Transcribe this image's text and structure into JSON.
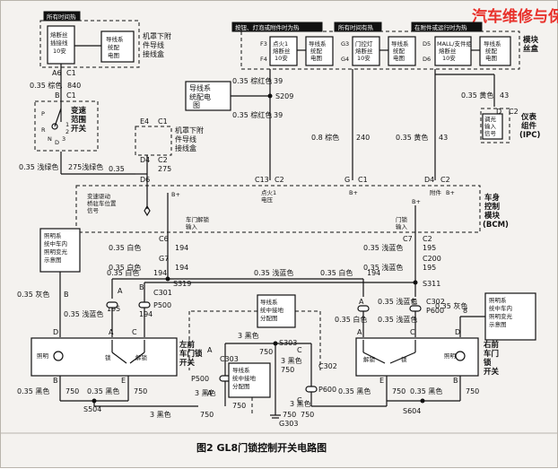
{
  "watermark": "汽车维修与保养",
  "caption": "图2   GL8门锁控制开关电路图",
  "headers": {
    "hot_left": "所有时间热",
    "hot_mid_left": "按钮、灯泡或附件时为热",
    "hot_mid": "所有时间有热",
    "hot_right": "在附件或运行时为热"
  },
  "boxes": {
    "fuse_left": "熔断丝\n插接线\n10安",
    "panel_left": "导线系\n统配\n电图",
    "engine_acc_top": "机罩下附\n件导线\n接线盒",
    "fuse_f": "点火1\n熔断丝\n10安",
    "panel_mid1": "导线系\n统配\n电图",
    "fuse_g": "门控灯\n熔断丝\n10安",
    "panel_mid2": "导线系\n统配\n电图",
    "fuse_d": "MALL/支件组\n熔断丝\n10安",
    "panel_right": "导线系\n统配\n电图",
    "junction_box": "模块\n丝盒",
    "wiring_dist": "导线系\n统配\n电图",
    "engine_acc_mid": "机罩下附\n件导线\n接线盒",
    "ipc": "仪表\n组件\n(IPC)",
    "ipc_inner": "调光\n输入\n信号",
    "bcm_title": "车身\n控制\n模块\n(BCM)",
    "bcm_ign": "点火1\n电压",
    "bcm_b1": "B+",
    "bcm_b2": "B+",
    "bcm_aux": "附件",
    "bcm_shift": "变速驱动\n桥驻车位置\n信号",
    "bcm_unlock": "车门解锁\n输入",
    "bcm_lock": "门锁\n输入",
    "illum_left": "照明系\n统中车内\n照明变光\n示意图",
    "illum_right": "照明系\n统中车内\n照明变光\n示意图",
    "ground_dist1": "导线系\n统中接地\n分配图",
    "ground_dist2": "导线系\n统中接地\n分配图",
    "lsw_title": "左前\n车门锁\n开关",
    "rsw_title": "右前\n车门\n锁\n开关",
    "sw_illum": "照明",
    "sw_lock": "锁",
    "sw_unlock": "解锁",
    "sw_unlock_r": "解锁",
    "sw_lock_r": "锁",
    "range_sw": "变速\n范围\n开关"
  },
  "connectors": [
    "A6",
    "C1",
    "B",
    "C1",
    "E4",
    "C1",
    "D4",
    "C2",
    "D6",
    "C13",
    "C2",
    "G",
    "C1",
    "D4",
    "C2",
    "F3",
    "F4",
    "G3",
    "G4",
    "D5",
    "D6",
    "C6",
    "G7",
    "C7",
    "C200",
    "C301",
    "P500",
    "S311",
    "P600",
    "S319",
    "S209",
    "S303",
    "C303",
    "C302",
    "P500",
    "P600",
    "S504",
    "S604",
    "G303",
    "D",
    "C2",
    "C1",
    "A",
    "B",
    "C",
    "A",
    "A",
    "B",
    "E",
    "E",
    "D",
    "A",
    "C",
    "D",
    "E"
  ],
  "wires": [
    {
      "label": "0.35 棕色",
      "num": "840"
    },
    {
      "label": "0.35 浅绿色",
      "num": "275"
    },
    {
      "label": "0.35 棕红色",
      "num": "39"
    },
    {
      "label": "0.35 棕红色",
      "num": "39"
    },
    {
      "label": "0.8 棕色",
      "num": "240"
    },
    {
      "label": "0.35 黄色",
      "num": "43"
    },
    {
      "label": "0.35 黄色",
      "num": "43"
    },
    {
      "label": "0.35 白色",
      "num": "194"
    },
    {
      "label": "0.35 浅蓝色",
      "num": "195"
    },
    {
      "label": "0.35 灰色",
      "num": "B"
    },
    {
      "label": "0.35 黑色",
      "num": "750"
    },
    {
      "label": "3 黑色",
      "num": "750"
    },
    {
      "label": "0.35 灰色",
      "num": "8"
    }
  ],
  "diagram_text": {
    "w_840": "840",
    "w_275_top": "275浅绿色",
    "w_0_35": "0.35",
    "w_275": "275",
    "gear_P": "P",
    "gear_R": "R",
    "gear_N": "N",
    "gear_D": "D",
    "gear_3": "3",
    "gear_2": "2",
    "gear_1": "1"
  }
}
